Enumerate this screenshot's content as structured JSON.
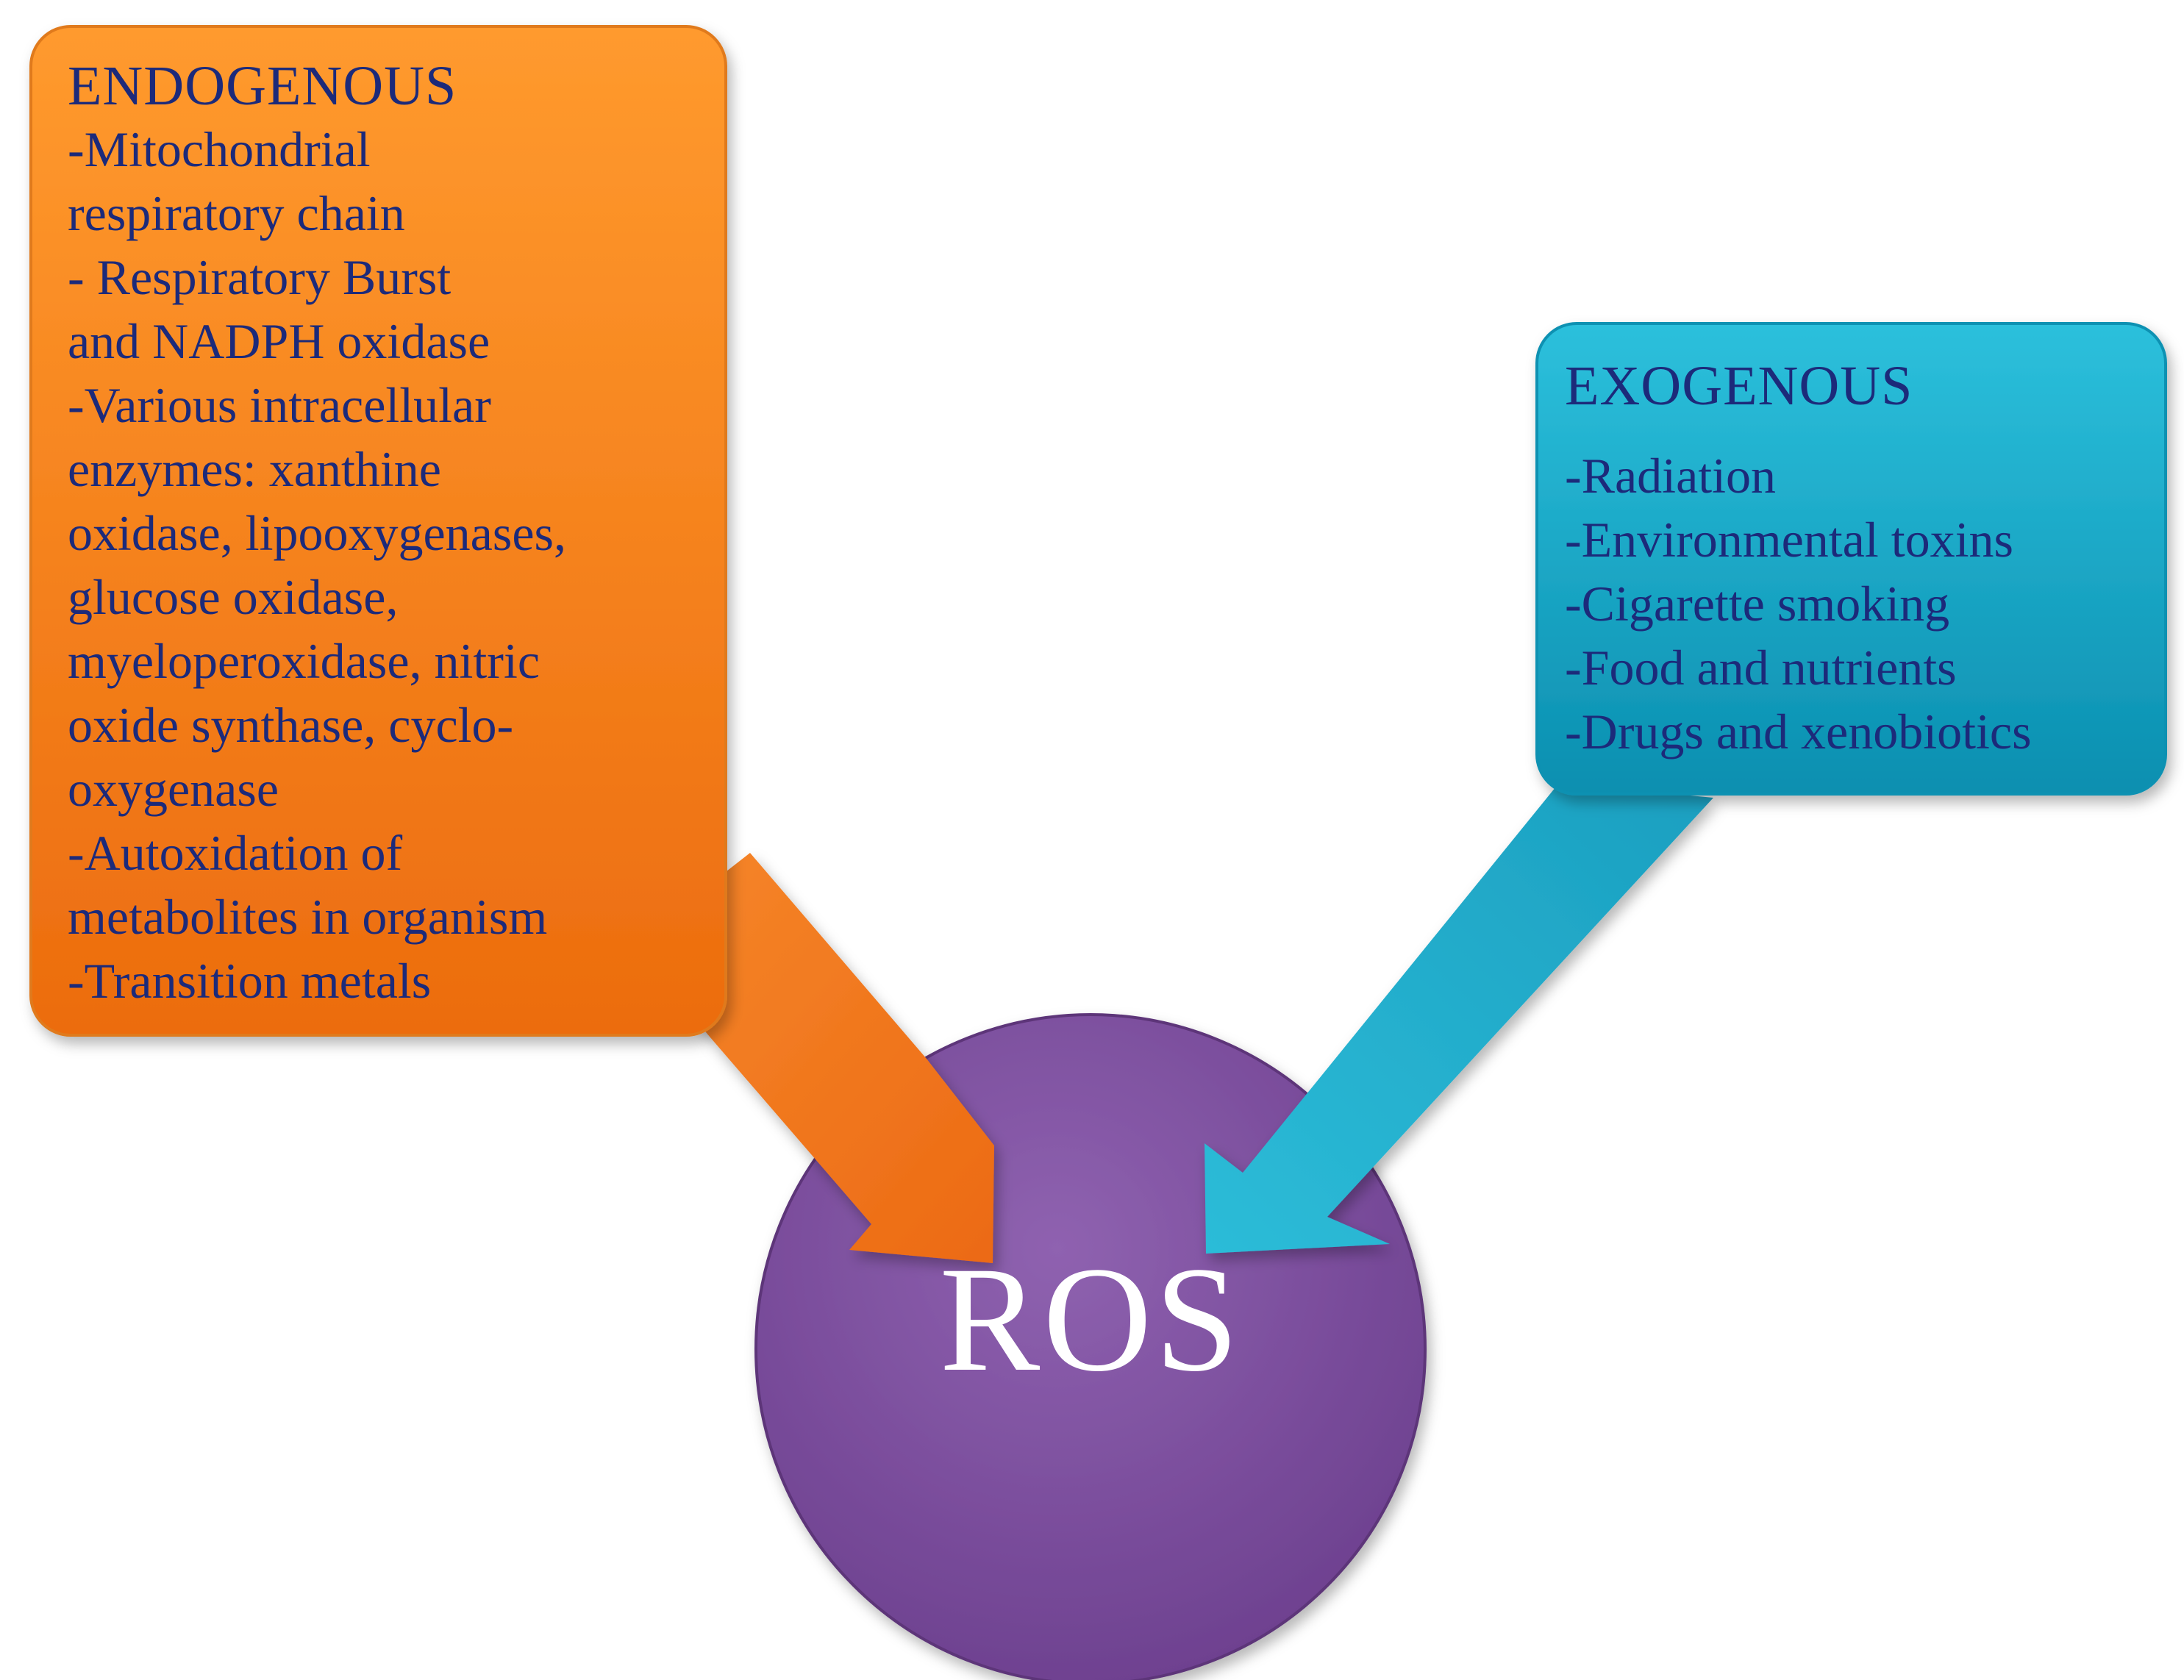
{
  "colors": {
    "endogenous": "#f5841f",
    "exogenous": "#1aa9c6",
    "ros": "#7b4f9e",
    "text": "#1c2a7a",
    "ros_text": "#ffffff"
  },
  "endogenous": {
    "title": "ENDOGENOUS",
    "lines": [
      "-Mitochondrial",
      "respiratory chain",
      "- Respiratory Burst",
      "and NADPH oxidase",
      "-Various intracellular",
      "enzymes: xanthine",
      "oxidase,  lipooxygenases,",
      "glucose oxidase,",
      "myeloperoxidase,  nitric",
      "oxide synthase, cyclo-",
      "oxygenase",
      "-Autoxidation of",
      "metabolites in organism",
      "-Transition metals"
    ]
  },
  "exogenous": {
    "title": "EXOGENOUS",
    "lines": [
      "-Radiation",
      "-Environmental toxins",
      "-Cigarette smoking",
      "-Food and nutrients",
      "-Drugs and xenobiotics"
    ]
  },
  "ros": {
    "label": "ROS"
  }
}
